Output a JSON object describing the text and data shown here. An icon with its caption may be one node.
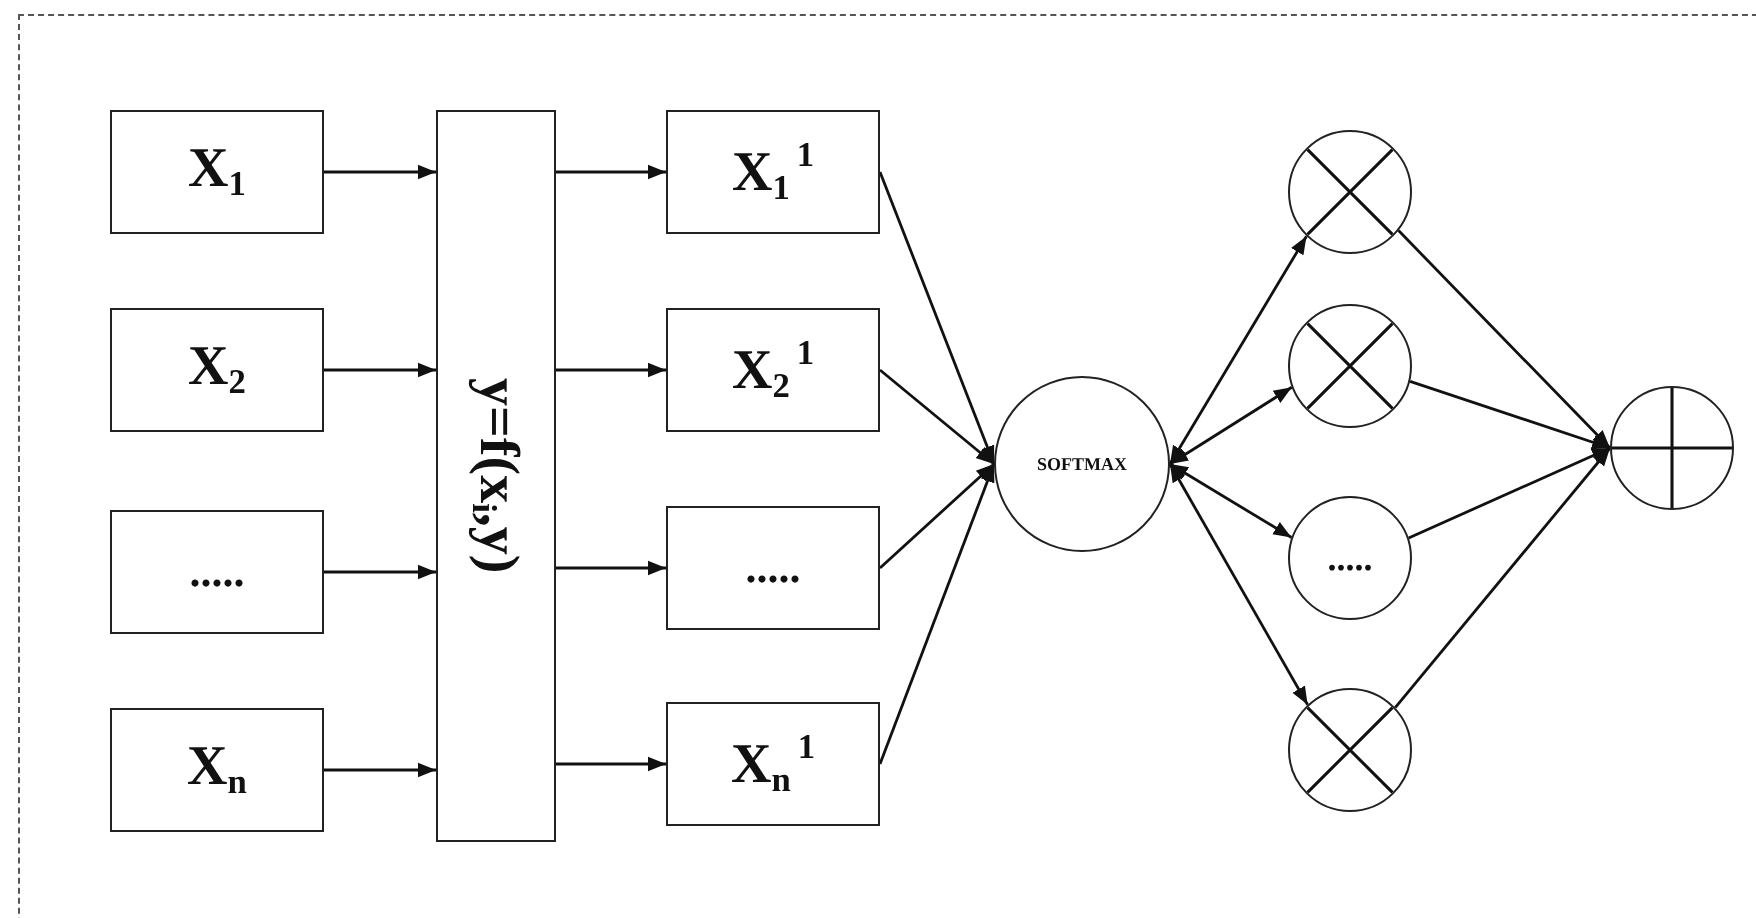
{
  "diagram": {
    "nodes": [
      {
        "text": [
          "X$_{1}$"
        ]
      },
      {
        "text": [
          "X$_{2}$"
        ]
      },
      {
        "text": [
          "....."
        ]
      },
      {
        "text": [
          "X$_{n}$"
        ]
      },
      {
        "text": [
          "y=f(x$_{i}$,y)"
        ]
      },
      {
        "text": [
          "X$_{1}$$^{1}$"
        ]
      },
      {
        "text": [
          "X$_{2}$$^{1}$"
        ]
      },
      {
        "text": [
          "....."
        ]
      },
      {
        "text": [
          "X$_{n}$$^{1}$"
        ]
      },
      {
        "text": [
          "SOFTMAX"
        ]
      },
      {
        "text": [],
        "shape": "circle"
      },
      {
        "text": [],
        "shape": "circle"
      },
      {
        "text": [
          "....."
        ]
      },
      {
        "text": [],
        "shape": "circle"
      },
      {
        "text": [],
        "shape": "circle"
      }
    ],
    "edges": [
      {
        "from": 0,
        "to": 4,
        "arrow": "to"
      },
      {
        "from": 1,
        "to": 4,
        "arrow": "to"
      },
      {
        "from": 2,
        "to": 4,
        "arrow": "to"
      },
      {
        "from": 3,
        "to": 4,
        "arrow": "to"
      },
      {
        "from": 4,
        "to": 5,
        "arrow": "to"
      },
      {
        "from": 4,
        "to": 6,
        "arrow": "to"
      },
      {
        "from": 4,
        "to": 7,
        "arrow": "to"
      },
      {
        "from": 4,
        "to": 8,
        "arrow": "to"
      },
      {
        "from": 5,
        "to": 9,
        "arrow": "to"
      },
      {
        "from": 6,
        "to": 9,
        "arrow": "to"
      },
      {
        "from": 7,
        "to": 9,
        "arrow": "to"
      },
      {
        "from": 8,
        "to": 9,
        "arrow": "to"
      },
      {
        "from": 9,
        "to": 10,
        "arrow": "both"
      },
      {
        "from": 9,
        "to": 11,
        "arrow": "both"
      },
      {
        "from": 9,
        "to": 12,
        "arrow": "both"
      },
      {
        "from": 9,
        "to": 13,
        "arrow": "both"
      },
      {
        "from": 10,
        "to": 14,
        "arrow": "to"
      },
      {
        "from": 11,
        "to": 14,
        "arrow": "to"
      },
      {
        "from": 12,
        "to": 14,
        "arrow": "to"
      },
      {
        "from": 13,
        "to": 14,
        "arrow": "to"
      }
    ]
  }
}
